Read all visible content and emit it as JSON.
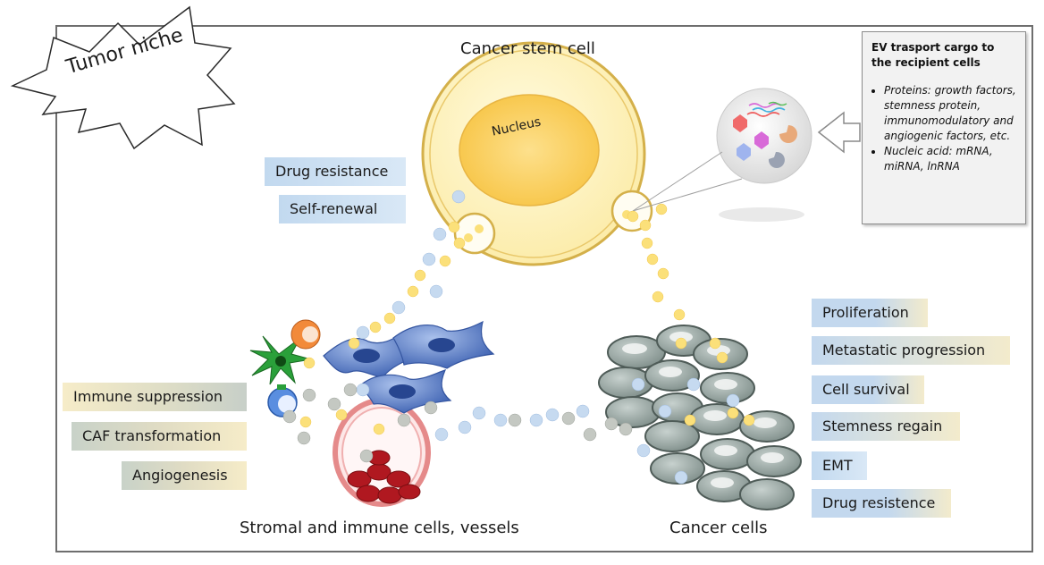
{
  "niche_label": "Tumor niche",
  "stem_cell": {
    "title": "Cancer stem cell",
    "nucleus": "Nucleus"
  },
  "stem_effects": [
    "Drug resistance",
    "Self-renewal"
  ],
  "stromal": {
    "title": "Stromal and immune cells, vessels",
    "effects": [
      "Immune suppression",
      "CAF transformation",
      "Angiogenesis"
    ]
  },
  "cancer": {
    "title": "Cancer cells",
    "effects": [
      "Proliferation",
      "Metastatic progression",
      "Cell survival",
      "Stemness regain",
      "EMT",
      "Drug resistence"
    ]
  },
  "cargo_box": {
    "title": "EV trasport cargo to the recipient cells",
    "items": [
      "Proteins: growth factors, stemness protein, immunomodulatory and angiogenic factors, etc.",
      "Nucleic acid: mRNA, miRNA, lnRNA"
    ]
  },
  "colors": {
    "cell_fill": "#fdf3b8",
    "cell_border": "#d4b04a",
    "nucleus": "#fbd46b",
    "ev_yellow": "#fbe07a",
    "ev_blue": "#c6daf0",
    "ev_gray": "#c4c8c2",
    "cancer_cell": "#9aa8a4",
    "fibroblast": "#5a80c8",
    "vessel": "#e58a8a",
    "rbc": "#b01820"
  }
}
